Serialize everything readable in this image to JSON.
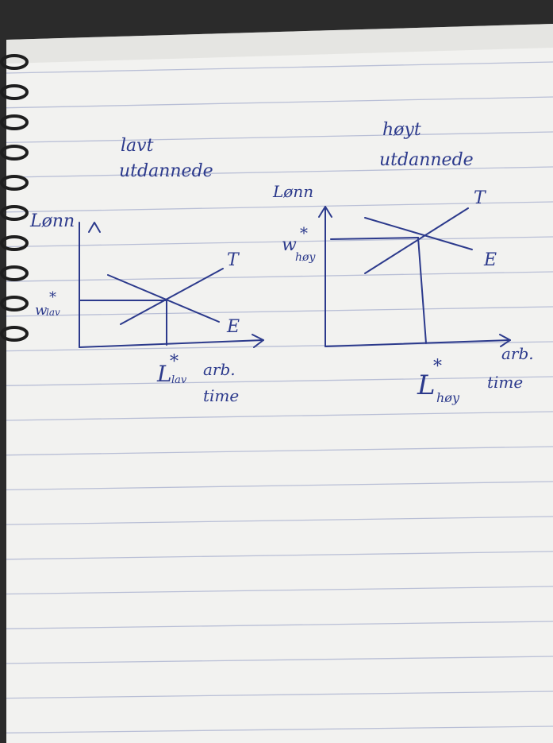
{
  "colors": {
    "paper": "#f2f2f0",
    "rule": "#b9bfd6",
    "ink": "#2c3a8c",
    "spiral": "#1e1e1e",
    "background": "#2b2b2b"
  },
  "left": {
    "heading_line1": "lavt",
    "heading_line2": "utdannede",
    "y_label": "Lønn",
    "wage_star": "*",
    "wage_label": "w",
    "wage_sub": "lav",
    "curve_up": "T",
    "curve_down": "E",
    "qty_star": "*",
    "qty_label": "L",
    "qty_sub": "lav",
    "x_label_line1": "arb.",
    "x_label_line2": "time"
  },
  "right": {
    "heading_line1": "høyt",
    "heading_line2": "utdannede",
    "y_label": "Lønn",
    "wage_star": "*",
    "wage_label": "w",
    "wage_sub": "høy",
    "curve_up": "T",
    "curve_down": "E",
    "qty_star": "*",
    "qty_label": "L",
    "qty_sub": "høy",
    "x_label_line1": "arb.",
    "x_label_line2": "time"
  }
}
